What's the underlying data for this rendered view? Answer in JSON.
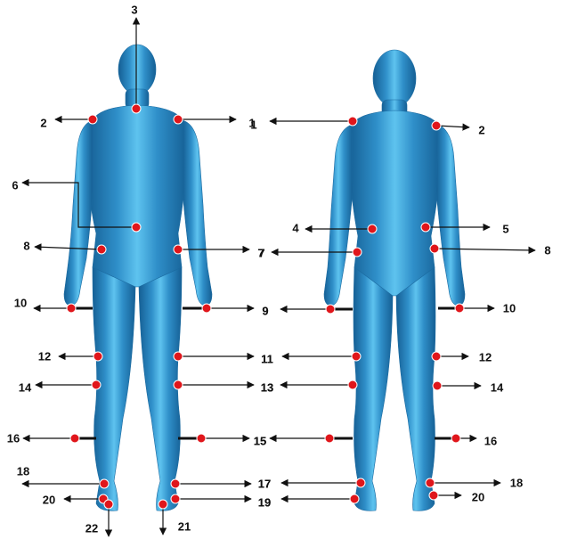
{
  "colors": {
    "background": "#ffffff",
    "body_light": "#5ec3ef",
    "body_mid": "#2f8fc9",
    "body_dark": "#155f94",
    "marker": "#e0161b",
    "marker_edge": "#ffffff",
    "arrow": "#111111"
  },
  "figures": [
    {
      "id": "back-view",
      "view": "back"
    },
    {
      "id": "front-view",
      "view": "front"
    }
  ],
  "points": [
    {
      "figure": "back",
      "label": "1"
    },
    {
      "figure": "back",
      "label": "2"
    },
    {
      "figure": "back",
      "label": "3"
    },
    {
      "figure": "back",
      "label": "6"
    },
    {
      "figure": "back",
      "label": "7"
    },
    {
      "figure": "back",
      "label": "8"
    },
    {
      "figure": "back",
      "label": "9"
    },
    {
      "figure": "back",
      "label": "10"
    },
    {
      "figure": "back",
      "label": "11"
    },
    {
      "figure": "back",
      "label": "12"
    },
    {
      "figure": "back",
      "label": "13"
    },
    {
      "figure": "back",
      "label": "14"
    },
    {
      "figure": "back",
      "label": "15"
    },
    {
      "figure": "back",
      "label": "16"
    },
    {
      "figure": "back",
      "label": "17"
    },
    {
      "figure": "back",
      "label": "18"
    },
    {
      "figure": "back",
      "label": "19"
    },
    {
      "figure": "back",
      "label": "20"
    },
    {
      "figure": "back",
      "label": "21"
    },
    {
      "figure": "back",
      "label": "22"
    },
    {
      "figure": "front",
      "label": "1"
    },
    {
      "figure": "front",
      "label": "2"
    },
    {
      "figure": "front",
      "label": "4"
    },
    {
      "figure": "front",
      "label": "5"
    },
    {
      "figure": "front",
      "label": "7"
    },
    {
      "figure": "front",
      "label": "8"
    },
    {
      "figure": "front",
      "label": "9"
    },
    {
      "figure": "front",
      "label": "10"
    },
    {
      "figure": "front",
      "label": "11"
    },
    {
      "figure": "front",
      "label": "12"
    },
    {
      "figure": "front",
      "label": "13"
    },
    {
      "figure": "front",
      "label": "14"
    },
    {
      "figure": "front",
      "label": "15"
    },
    {
      "figure": "front",
      "label": "16"
    },
    {
      "figure": "front",
      "label": "17"
    },
    {
      "figure": "front",
      "label": "18"
    },
    {
      "figure": "front",
      "label": "19"
    },
    {
      "figure": "front",
      "label": "20"
    }
  ]
}
